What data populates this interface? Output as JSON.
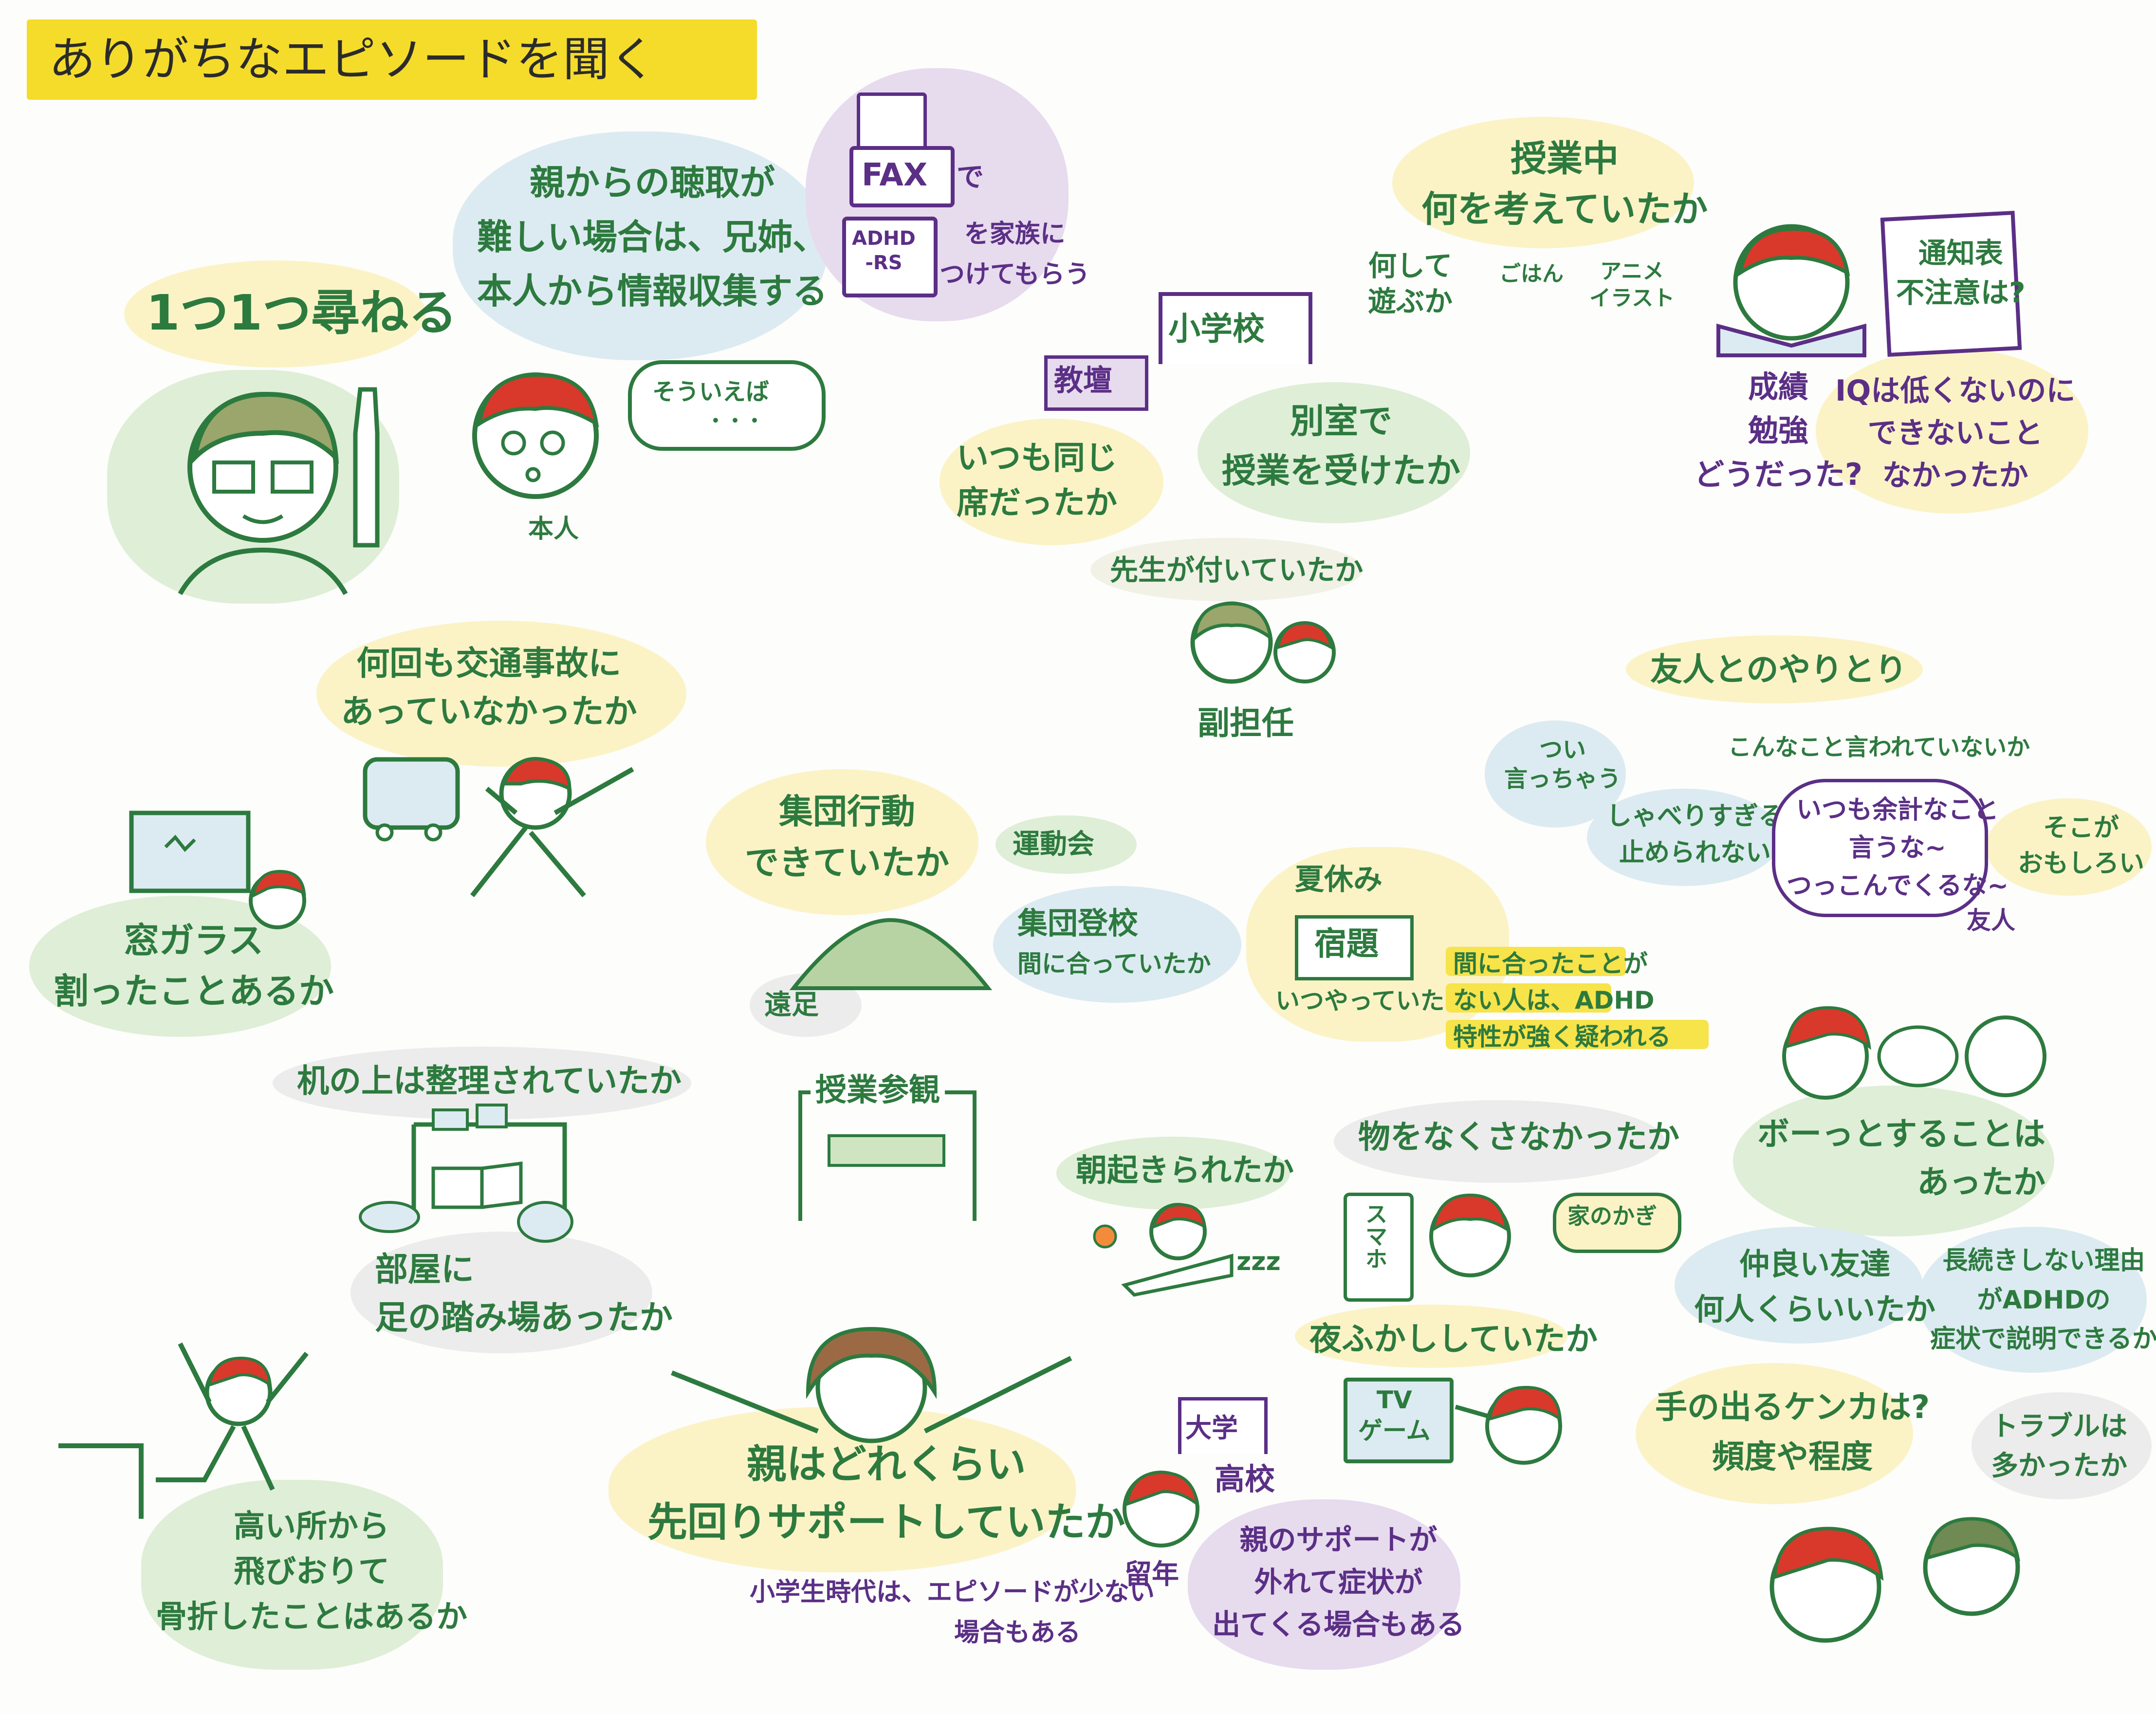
{
  "header": {
    "title": "ありがちなエピソードを聞く"
  },
  "bubbles": {
    "one_by_one": "1つ1つ尋ねる",
    "parent_hearing": [
      "親からの聴取が",
      "難しい場合は、兄姉、",
      "本人から情報収集する"
    ],
    "honnin": "本人",
    "sou_ieba": "そういえば",
    "sou_ieba_dots": "・・・",
    "fax_word": "FAX",
    "fax_de": "で",
    "adhd_rs": [
      "ADHD",
      "-RS"
    ],
    "fax_rest": [
      "を家族に",
      "つけてもらう"
    ],
    "during_class": [
      "授業中",
      "何を考えていたか"
    ],
    "play": [
      "何して",
      "遊ぶか"
    ],
    "gohan": "ごはん",
    "anime": [
      "アニメ",
      "イラスト"
    ],
    "report_card": [
      "通知表",
      "不注意は?"
    ],
    "grades": [
      "成績",
      "勉強",
      "どうだった?"
    ],
    "iq": [
      "IQは低くないのに",
      "できないこと",
      "なかったか"
    ],
    "shougakkou": "小学校",
    "kyoudan": "教壇",
    "same_seat": [
      "いつも同じ",
      "席だったか"
    ],
    "separate_room": [
      "別室で",
      "授業を受けたか"
    ],
    "teacher_attached": "先生が付いていたか",
    "fukutannin": "副担任",
    "traffic": [
      "何回も交通事故に",
      "あっていなかったか"
    ],
    "window": [
      "窓ガラス",
      "割ったことあるか"
    ],
    "group_action": [
      "集団行動",
      "できていたか"
    ],
    "undoukai": "運動会",
    "ensoku": "遠足",
    "group_school": [
      "集団登校",
      "間に合っていたか"
    ],
    "friends": "友人とのやりとり",
    "tsui": [
      "つい",
      "言っちゃう"
    ],
    "konna": "こんなこと言われていないか",
    "shaberi": [
      "しゃべりすぎる",
      "止められない"
    ],
    "itsumo": [
      "いつも余計なこと",
      "言うな~",
      "つっこんでくるな~"
    ],
    "sokoga": [
      "そこが",
      "おもしろい"
    ],
    "yuujin": "友人",
    "summer": [
      "夏休み",
      "宿題",
      "いつやっていたか"
    ],
    "summer_note": [
      "間に合ったことが",
      "ない人は、ADHD",
      "特性が強く疑われる"
    ],
    "desk": "机の上は整理されていたか",
    "room": [
      "部屋に",
      "足の踏み場あったか"
    ],
    "sankan": "授業参観",
    "morning": "朝起きられたか",
    "lose": "物をなくさなかったか",
    "sumaho": "スマホ",
    "kagi": "家のかぎ",
    "zzz": "zzz",
    "boo": [
      "ボーっとすることは",
      "あったか"
    ],
    "close_friends": [
      "仲良い友達",
      "何人くらいいたか"
    ],
    "long_last": [
      "長続きしない理由",
      "がADHDの",
      "症状で説明できるか"
    ],
    "night": "夜ふかししていたか",
    "tv": [
      "TV",
      "ゲーム"
    ],
    "fight": [
      "手の出るケンカは?",
      "頻度や程度"
    ],
    "trouble": [
      "トラブルは",
      "多かったか"
    ],
    "high_place": [
      "高い所から",
      "飛びおりて",
      "骨折したことはあるか"
    ],
    "parents_support": [
      "親はどれくらい",
      "先回りサポートしていたか"
    ],
    "elem_note": [
      "小学生時代は、エピソードが少ない",
      "場合もある"
    ],
    "daigaku": "大学",
    "koukou": "高校",
    "ryuunen": "留年",
    "support_off": [
      "親のサポートが",
      "外れて症状が",
      "出てくる場合もある"
    ]
  },
  "colors": {
    "green": "#2d7a3f",
    "purple": "#5b2f86",
    "yellow": "#f5dc2a",
    "pale_yellow": "#fbf3c6",
    "pale_green": "#dfeed7",
    "pale_blue": "#dcebf1",
    "pale_purple": "#e7dbee",
    "hair_red": "#d8392b"
  }
}
